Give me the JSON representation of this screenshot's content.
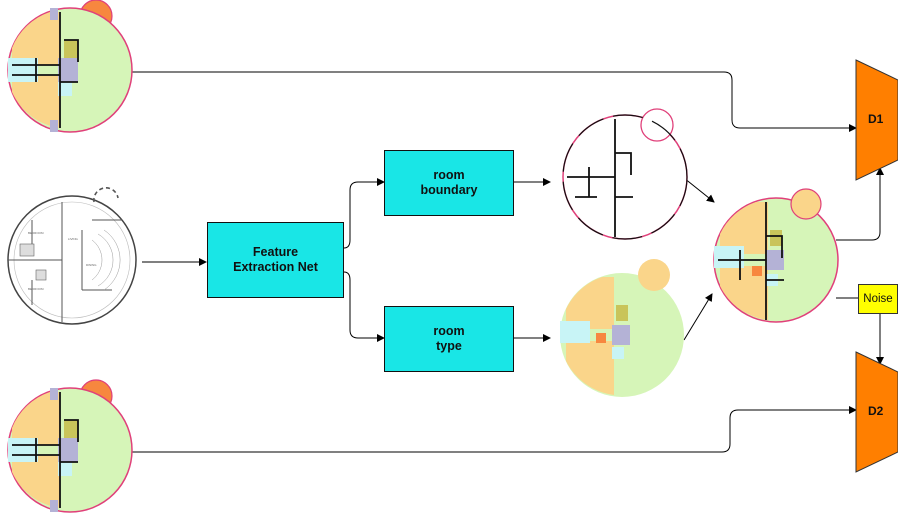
{
  "colors": {
    "box_fill": "#19e6e6",
    "discriminator_fill": "#ff7f00",
    "noise_fill": "#ffff00",
    "green_room": "#d6f5b8",
    "orange_room": "#fad58a",
    "blue_room": "#c8f4f6",
    "purple_room": "#b4b2d6",
    "olive_room": "#c9c45a",
    "top_room": "#f7873f",
    "wall": "#111111",
    "outline": "#e0407a"
  },
  "nodes": {
    "feature": {
      "line1": "Feature",
      "line2": "Extraction Net"
    },
    "boundary": {
      "line1": "room",
      "line2": "boundary"
    },
    "type": {
      "line1": "room",
      "line2": "type"
    },
    "noise": "Noise",
    "d1": "D1",
    "d2": "D2"
  },
  "icons": {
    "input_plan": "architectural-floorplan-drawing",
    "real_plan": "colored-floorplan",
    "boundary_plan": "boundary-floorplan",
    "type_plan": "room-type-floorplan",
    "generated_plan": "generated-floorplan"
  }
}
